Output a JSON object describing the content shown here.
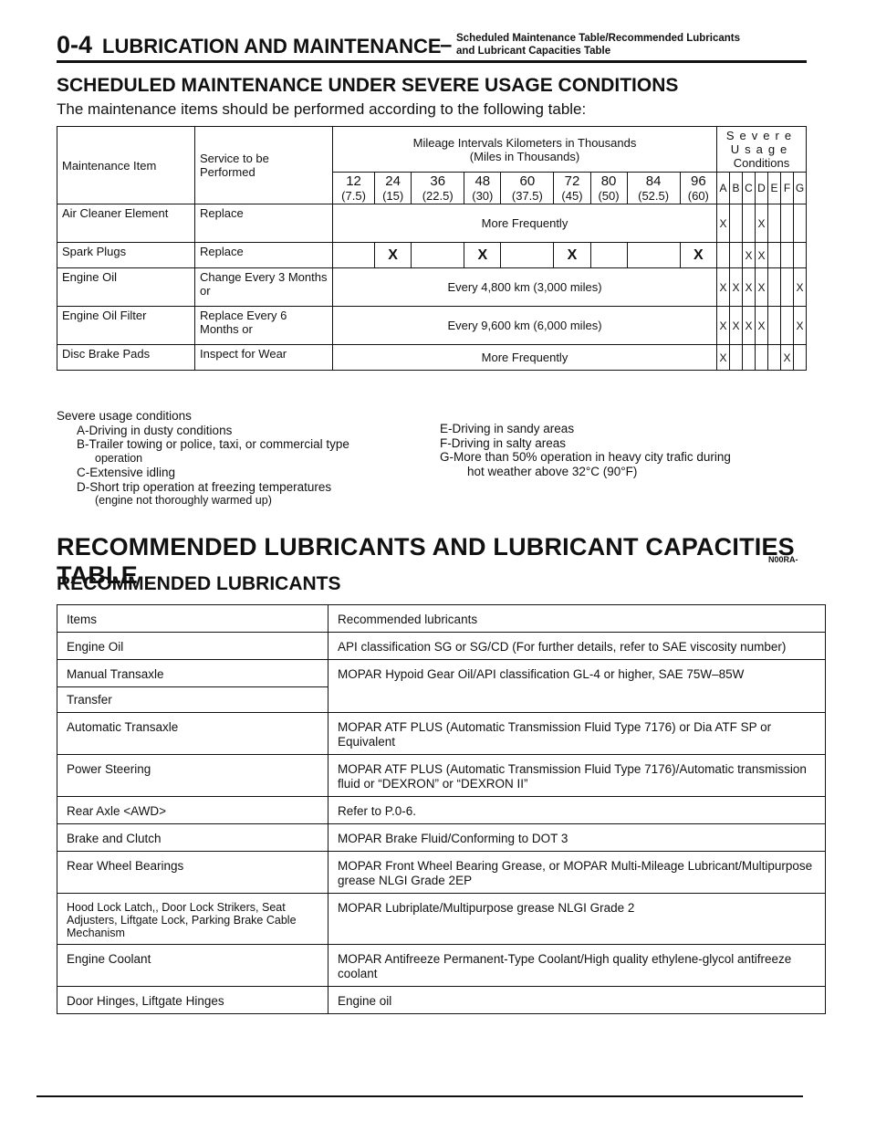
{
  "header": {
    "page_number": "0-4",
    "title": "LUBRICATION AND MAINTENANCE",
    "dash": "–",
    "subtitle_line1": "Scheduled Maintenance Table/Recommended Lubricants",
    "subtitle_line2": "and Lubricant Capacities Table"
  },
  "severe": {
    "heading": "SCHEDULED MAINTENANCE UNDER SEVERE USAGE CONDITIONS",
    "intro": "The maintenance items should be performed according to the following table:",
    "table": {
      "col_item": "Maintenance Item",
      "col_service": "Service to be Performed",
      "col_intervals_line1": "Mileage Intervals Kilometers in Thousands",
      "col_intervals_line2": "(Miles in Thousands)",
      "col_severe_line1": "Severe Usage",
      "col_severe_line2": "Conditions",
      "intervals": [
        {
          "km": "12",
          "mi": "(7.5)"
        },
        {
          "km": "24",
          "mi": "(15)"
        },
        {
          "km": "36",
          "mi": "(22.5)"
        },
        {
          "km": "48",
          "mi": "(30)"
        },
        {
          "km": "60",
          "mi": "(37.5)"
        },
        {
          "km": "72",
          "mi": "(45)"
        },
        {
          "km": "80",
          "mi": "(50)"
        },
        {
          "km": "84",
          "mi": "(52.5)"
        },
        {
          "km": "96",
          "mi": "(60)"
        }
      ],
      "condition_letters": [
        "A",
        "B",
        "C",
        "D",
        "E",
        "F",
        "G"
      ],
      "rows": [
        {
          "item": "Air Cleaner Element",
          "service": "Replace",
          "interval_text": "More Frequently",
          "marks": [
            "",
            "",
            "",
            "",
            "",
            "",
            ""
          ],
          "conditions": [
            "X",
            "",
            "",
            "X",
            "",
            "",
            ""
          ]
        },
        {
          "item": "Spark Plugs",
          "service": "Replace",
          "interval_text": "",
          "marks": [
            "",
            "X",
            "",
            "X",
            "",
            "X",
            "",
            "",
            "X"
          ],
          "conditions": [
            "",
            "",
            "X",
            "X",
            "",
            "",
            ""
          ]
        },
        {
          "item": "Engine Oil",
          "service": "Change Every 3 Months or",
          "interval_text": "Every 4,800 km (3,000 miles)",
          "conditions": [
            "X",
            "X",
            "X",
            "X",
            "",
            "",
            "X"
          ]
        },
        {
          "item": "Engine Oil Filter",
          "service": "Replace Every 6 Months or",
          "interval_text": "Every 9,600 km (6,000 miles)",
          "conditions": [
            "X",
            "X",
            "X",
            "X",
            "",
            "",
            "X"
          ]
        },
        {
          "item": "Disc Brake Pads",
          "service": "Inspect for Wear",
          "interval_text": "More Frequently",
          "conditions": [
            "X",
            "",
            "",
            "",
            "",
            "X",
            ""
          ]
        }
      ]
    },
    "notes_title": "Severe usage conditions",
    "notes_left": [
      "A-Driving in dusty conditions",
      "B-Trailer towing or police, taxi, or commercial type",
      "operation",
      "C-Extensive idling",
      "D-Short trip operation at freezing temperatures",
      "(engine not thoroughly warmed up)"
    ],
    "notes_right": [
      "E-Driving in sandy areas",
      "F-Driving in salty areas",
      "G-More than 50% operation in heavy city trafic during",
      "hot weather above 32°C (90°F)"
    ]
  },
  "lubricants": {
    "heading": "RECOMMENDED LUBRICANTS AND LUBRICANT CAPACITIES TABLE",
    "code": "N00RA-",
    "subheading": "RECOMMENDED LUBRICANTS",
    "col_items": "Items",
    "col_recommended": "Recommended lubricants",
    "rows": [
      {
        "item": "Engine Oil",
        "value": "API classification SG or SG/CD (For further details, refer to SAE viscosity number)"
      },
      {
        "item": "Manual Transaxle",
        "item2": "Transfer",
        "value": "MOPAR Hypoid Gear Oil/API classification GL-4 or higher, SAE 75W–85W"
      },
      {
        "item": "Automatic Transaxle",
        "value": "MOPAR ATF PLUS (Automatic Transmission Fluid Type 7176) or Dia ATF SP or Equivalent"
      },
      {
        "item": "Power Steering",
        "value": "MOPAR ATF PLUS (Automatic Transmission Fluid Type 7176)/Automatic transmission fluid or “DEXRON” or “DEXRON II”"
      },
      {
        "item": "Rear Axle <AWD>",
        "value": "Refer to P.0-6."
      },
      {
        "item": "Brake and Clutch",
        "value": "MOPAR Brake Fluid/Conforming to DOT 3"
      },
      {
        "item": "Rear Wheel Bearings",
        "value": "MOPAR Front Wheel Bearing Grease, or MOPAR Multi-Mileage Lubricant/Multipurpose grease NLGI Grade 2EP"
      },
      {
        "item": "Hood Lock Latch,, Door Lock Strikers, Seat Adjusters, Liftgate Lock, Parking Brake Cable Mechanism",
        "value": "MOPAR Lubriplate/Multipurpose grease NLGI Grade 2"
      },
      {
        "item": "Engine Coolant",
        "value": "MOPAR Antifreeze Permanent-Type Coolant/High quality ethylene-glycol antifreeze coolant"
      },
      {
        "item": "Door Hinges, Liftgate Hinges",
        "value": "Engine oil"
      }
    ]
  }
}
